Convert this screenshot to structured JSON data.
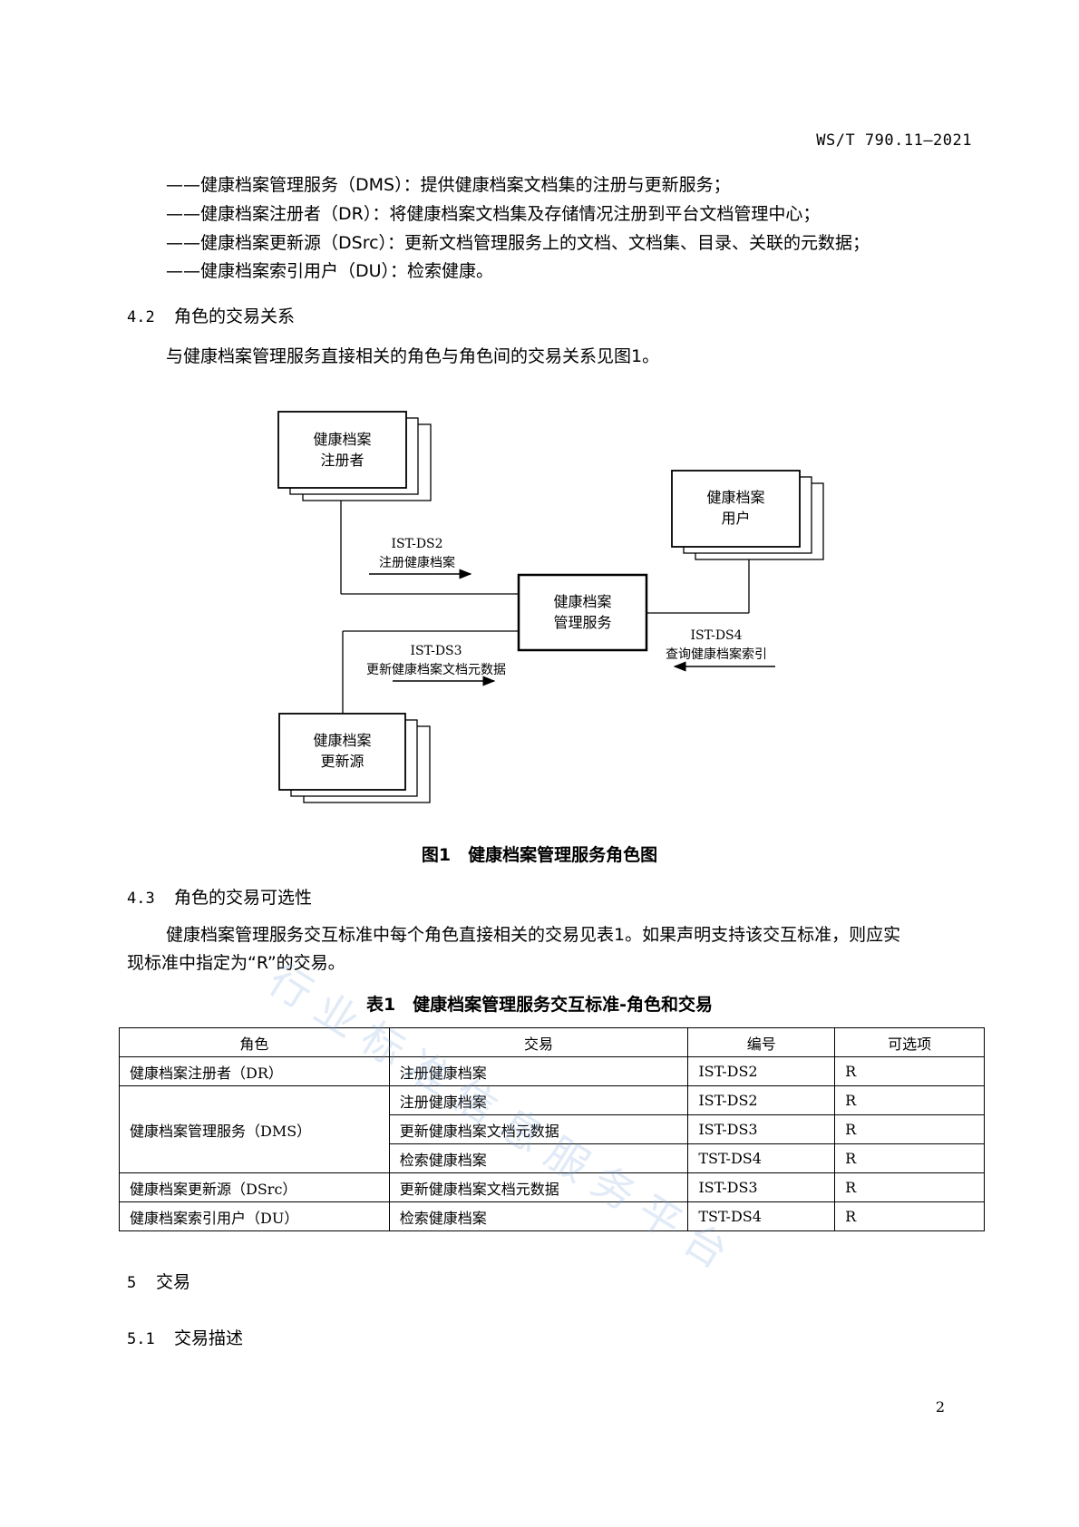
{
  "header": {
    "doc_code": "WS/T 790.11—2021"
  },
  "definitions": [
    "——健康档案管理服务（DMS）：提供健康档案文档集的注册与更新服务；",
    "——健康档案注册者（DR）：将健康档案文档集及存储情况注册到平台文档管理中心；",
    "——健康档案更新源（DSrc）：更新文档管理服务上的文档、文档集、目录、关联的元数据；",
    "——健康档案索引用户（DU）：检索健康。"
  ],
  "section_4_2": {
    "num": "4.2",
    "title": "角色的交易关系",
    "para": "与健康档案管理服务直接相关的角色与角色间的交易关系见图1。"
  },
  "figure1": {
    "caption": "图1　健康档案管理服务角色图",
    "boxes": {
      "registrar": [
        "健康档案",
        "注册者"
      ],
      "user": [
        "健康档案",
        "用户"
      ],
      "service": [
        "健康档案",
        "管理服务"
      ],
      "updater": [
        "健康档案",
        "更新源"
      ]
    },
    "arrows": {
      "ds2": {
        "code": "IST-DS2",
        "label": "注册健康档案"
      },
      "ds3": {
        "code": "IST-DS3",
        "label": "更新健康档案文档元数据"
      },
      "ds4": {
        "code": "IST-DS4",
        "label": "查询健康档案索引"
      }
    }
  },
  "section_4_3": {
    "num": "4.3",
    "title": "角色的交易可选性",
    "para_line1": "健康档案管理服务交互标准中每个角色直接相关的交易见表1。如果声明支持该交互标准，则应实",
    "para_line2": "现标准中指定为“R”的交易。"
  },
  "table1": {
    "caption": "表1　健康档案管理服务交互标准-角色和交易",
    "headers": [
      "角色",
      "交易",
      "编号",
      "可选项"
    ],
    "rows": [
      {
        "role": "健康档案注册者（DR）",
        "transaction": "注册健康档案",
        "code": "IST-DS2",
        "option": "R"
      },
      {
        "role": "健康档案管理服务（DMS）",
        "transaction": "注册健康档案",
        "code": "IST-DS2",
        "option": "R"
      },
      {
        "role": "",
        "transaction": "更新健康档案文档元数据",
        "code": "IST-DS3",
        "option": "R"
      },
      {
        "role": "",
        "transaction": "检索健康档案",
        "code": "TST-DS4",
        "option": "R"
      },
      {
        "role": "健康档案更新源（DSrc）",
        "transaction": "更新健康档案文档元数据",
        "code": "IST-DS3",
        "option": "R"
      },
      {
        "role": "健康档案索引用户（DU）",
        "transaction": "检索健康档案",
        "code": "TST-DS4",
        "option": "R"
      }
    ]
  },
  "section_5": {
    "num": "5",
    "title": "交易"
  },
  "section_5_1": {
    "num": "5.1",
    "title": "交易描述"
  },
  "watermark": "行业标准信息服务平台",
  "page_number": "2"
}
